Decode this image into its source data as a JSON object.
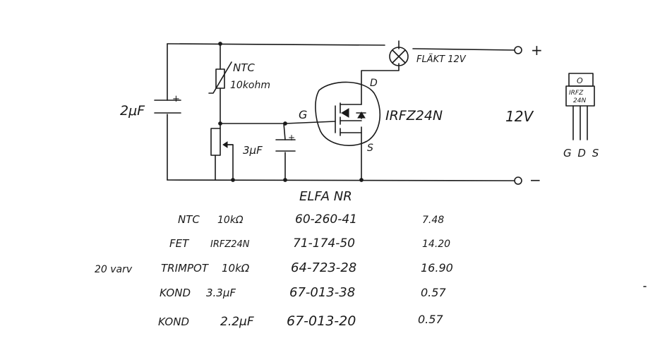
{
  "circuit": {
    "label_plus": "+",
    "label_minus": "−",
    "fan_label": "FLÄKT 12V",
    "ntc_label": "NTC",
    "ntc_value": "10kohm",
    "cap_main_value": "2μF",
    "cap_main_polarity": "+",
    "cap_gate_value": "3μF",
    "cap_gate_polarity": "+",
    "gate_label": "G",
    "drain_label": "D",
    "source_label": "S",
    "fet_label": "IRFZ24N",
    "voltage_label": "12V"
  },
  "package": {
    "hole_label": "O",
    "part_text_1": "IRFZ",
    "part_text_2": "24N",
    "pins_label": "G D S"
  },
  "parts_list": {
    "header": "ELFA NR",
    "side_note": "20 varv",
    "rows": [
      {
        "type": "NTC",
        "value": "10kΩ",
        "elfa": "60-260-41",
        "price": "7.48"
      },
      {
        "type": "FET",
        "value": "IRFZ24N",
        "elfa": "71-174-50",
        "price": "14.20"
      },
      {
        "type": "TRIMPOT",
        "value": "10kΩ",
        "elfa": "64-723-28",
        "price": "16.90"
      },
      {
        "type": "KOND",
        "value": "3.3μF",
        "elfa": "67-013-38",
        "price": "0.57"
      },
      {
        "type": "KOND",
        "value": "2.2μF",
        "elfa": "67-013-20",
        "price": "0.57"
      }
    ]
  }
}
